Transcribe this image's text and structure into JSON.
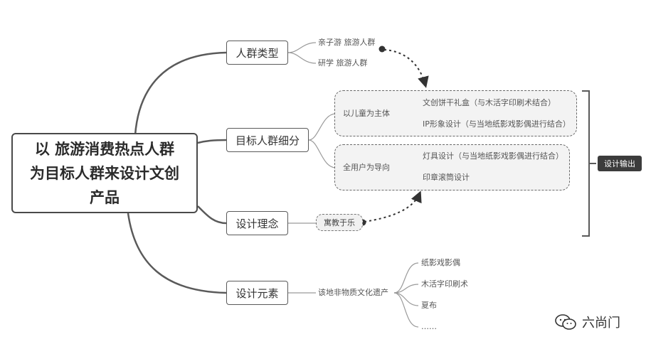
{
  "central_topic": "以  旅游消费热点人群\n为目标人群来设计文创\n产品",
  "branches": [
    {
      "label": "人群类型",
      "children": [
        "亲子游 旅游人群",
        "研学 旅游人群"
      ]
    },
    {
      "label": "目标人群细分",
      "groups": [
        {
          "label": "以儿童为主体",
          "children": [
            "文创饼干礼盒（与木活字印刷术结合）",
            "IP形象设计（与当地纸影戏影偶进行结合）"
          ]
        },
        {
          "label": "全用户为导向",
          "children": [
            "灯具设计（与当地纸影戏影偶进行结合）",
            "印章滚筒设计"
          ]
        }
      ]
    },
    {
      "label": "设计理念",
      "children": [
        "寓教于乐"
      ]
    },
    {
      "label": "设计元素",
      "sub": "该地非物质文化遗产",
      "children": [
        "纸影戏影偶",
        "木活字印刷术",
        "夏布",
        "……"
      ]
    }
  ],
  "output_label": "设计输出",
  "watermark": {
    "icon": "wechat-icon",
    "text": "六尚门"
  },
  "colors": {
    "line": "#5a5a5a",
    "box_fill": "#f3f3f3",
    "tag_fill": "#3c3c3c"
  }
}
